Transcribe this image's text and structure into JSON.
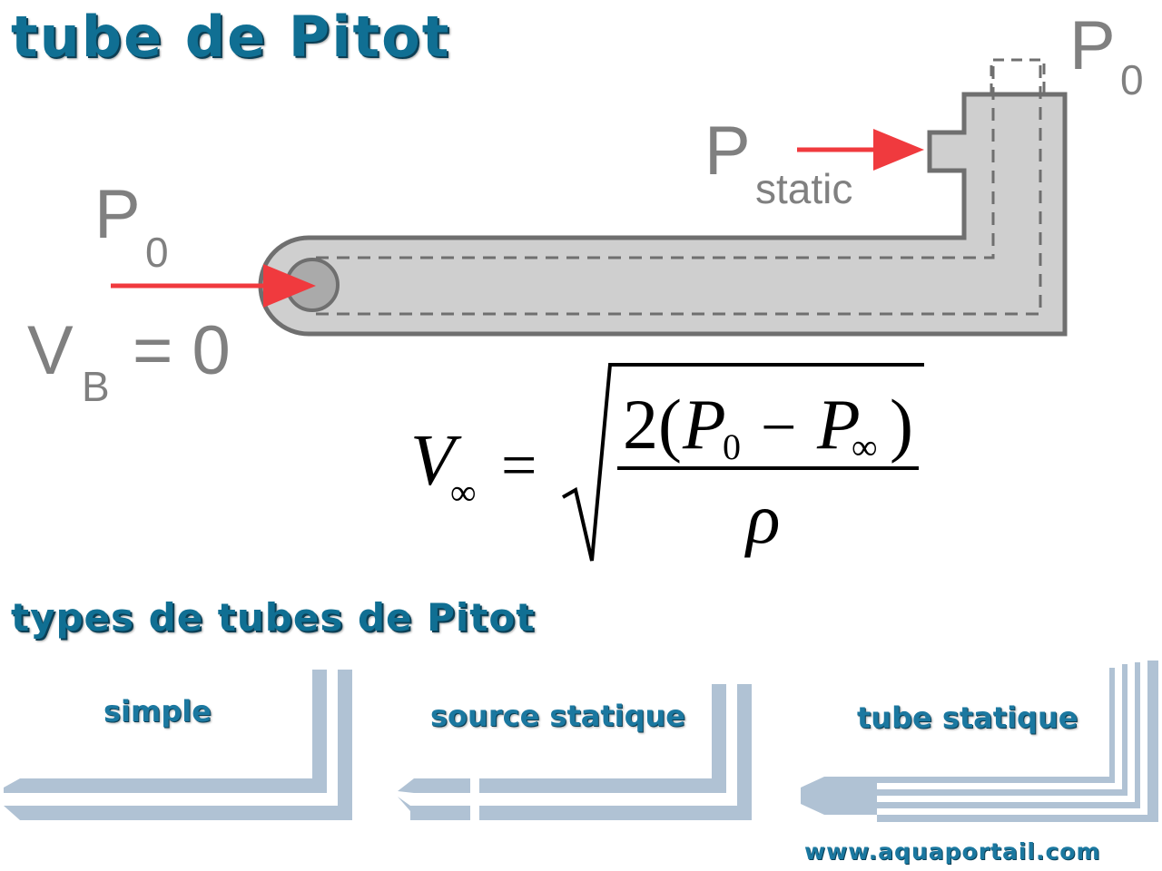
{
  "title": "tube de Pitot",
  "subtitle": "types de tubes de Pitot",
  "diagram": {
    "inlet_pressure": {
      "letter": "P",
      "subscript": "0"
    },
    "velocity_condition": {
      "letter": "V",
      "subscript": "B",
      "rest": "= 0"
    },
    "static_pressure": {
      "letter": "P",
      "subscript": "static"
    },
    "outlet_pressure": {
      "letter": "P",
      "subscript": "0"
    },
    "arrow_color": "#f03a3e",
    "tube_fill": "#cfcfcf",
    "tube_stroke": "#6f6f6f"
  },
  "formula": {
    "lhs": "V",
    "lhs_sub": "∞",
    "equals": "=",
    "num_open": "2(",
    "num_p1": "P",
    "num_p1_sub": "0",
    "num_minus": "−",
    "num_p2": "P",
    "num_p2_sub": "∞",
    "num_close": ")",
    "denominator": "ρ"
  },
  "types": [
    {
      "label": "simple"
    },
    {
      "label": "source statique"
    },
    {
      "label": "tube statique"
    }
  ],
  "types_color": "#b0c2d4",
  "website": "www.aquaportail.com"
}
